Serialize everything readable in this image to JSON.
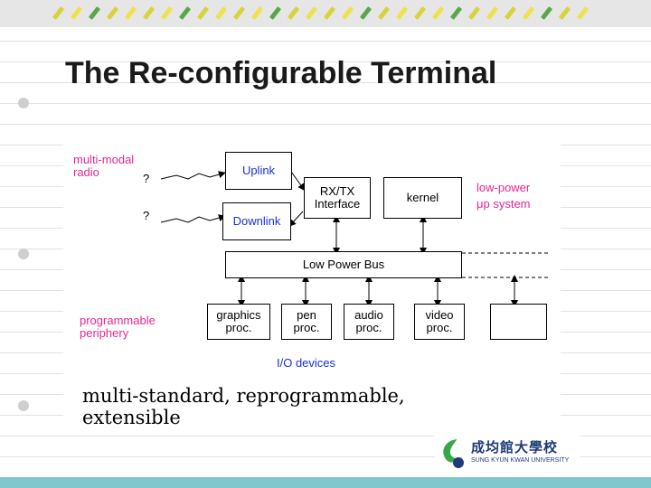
{
  "slide": {
    "title": "The Re-configurable Terminal",
    "caption_line1": "multi-standard, reprogrammable,",
    "caption_line2": "extensible"
  },
  "diagram": {
    "radio_label_line1": "multi-modal",
    "radio_label_line2": "radio",
    "uplink_unknown": "?",
    "downlink_unknown": "?",
    "uplink": "Uplink",
    "downlink": "Downlink",
    "rxtx_line1": "RX/TX",
    "rxtx_line2": "Interface",
    "kernel": "kernel",
    "lowpower_line1": "low-power",
    "lowpower_line2": "μp system",
    "bus": "Low Power Bus",
    "periphery_line1": "programmable",
    "periphery_line2": "periphery",
    "devices": [
      {
        "line1": "graphics",
        "line2": "proc."
      },
      {
        "line1": "pen",
        "line2": "proc."
      },
      {
        "line1": "audio",
        "line2": "proc."
      },
      {
        "line1": "video",
        "line2": "proc."
      }
    ],
    "io_label": "I/O devices"
  },
  "logo": {
    "name_cn": "成均館大學校",
    "name_en": "SUNG KYUN KWAN UNIVERSITY"
  },
  "colors": {
    "label_magenta": "#e6278f",
    "box_text_blue": "#1a2fd6",
    "bottom_bar": "#7fc7cc"
  }
}
